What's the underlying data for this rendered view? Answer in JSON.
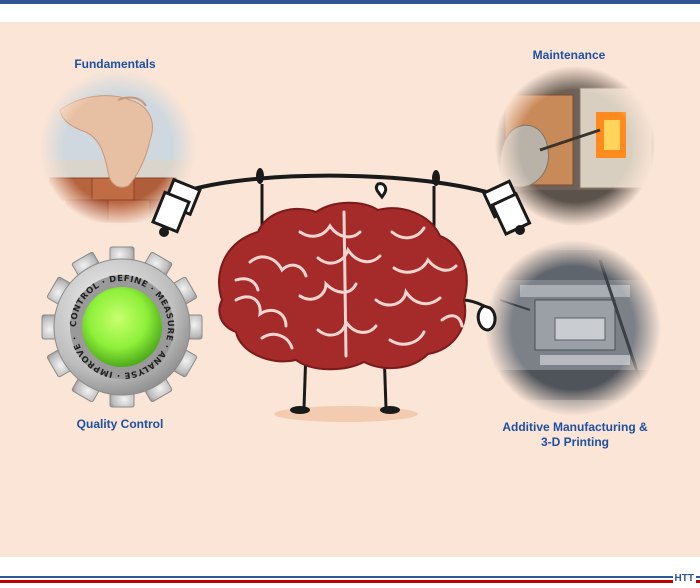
{
  "labels": {
    "fundamentals": "Fundamentals",
    "maintenance": "Maintenance",
    "quality_control": "Quality Control",
    "additive_line1": "Additive Manufacturing &",
    "additive_line2": "3-D Printing"
  },
  "gear_text": "CONTROL · DEFINE · MEASURE · ANALYSE · IMPROVE ·",
  "footer_logo": "HTT",
  "colors": {
    "panel_background": "#fbe5d6",
    "label_blue": "#1f4fa0",
    "brain_red": "#a52a2a",
    "bar_blue": "#2f5597",
    "bar_red": "#c00000",
    "gear_green": "#8ef03a"
  }
}
